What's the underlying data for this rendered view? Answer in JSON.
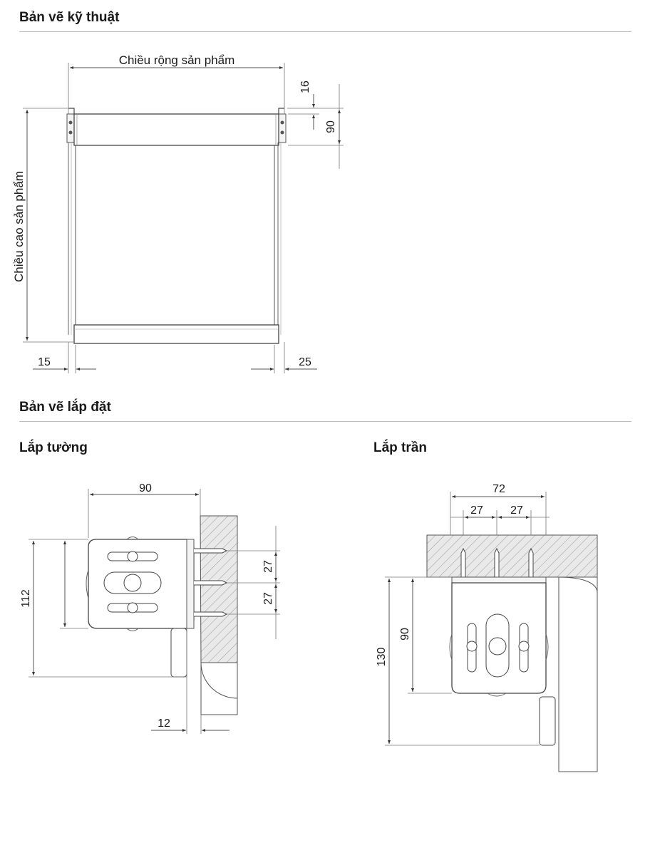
{
  "sections": {
    "technical": {
      "title": "Bản vẽ kỹ thuật"
    },
    "installation": {
      "title": "Bản vẽ lắp đặt",
      "wall_mount": {
        "title": "Lắp tường"
      },
      "ceiling_mount": {
        "title": "Lắp trần"
      }
    }
  },
  "technical_drawing": {
    "width_label": "Chiều rộng sản phẩm",
    "height_label": "Chiều cao sản phẩm",
    "dim_16": "16",
    "dim_90": "90",
    "dim_15": "15",
    "dim_25": "25"
  },
  "wall_drawing": {
    "dim_90": "90",
    "dim_112": "112",
    "dim_27_a": "27",
    "dim_27_b": "27",
    "dim_12": "12"
  },
  "ceiling_drawing": {
    "dim_72": "72",
    "dim_27_a": "27",
    "dim_27_b": "27",
    "dim_90": "90",
    "dim_130": "130"
  }
}
